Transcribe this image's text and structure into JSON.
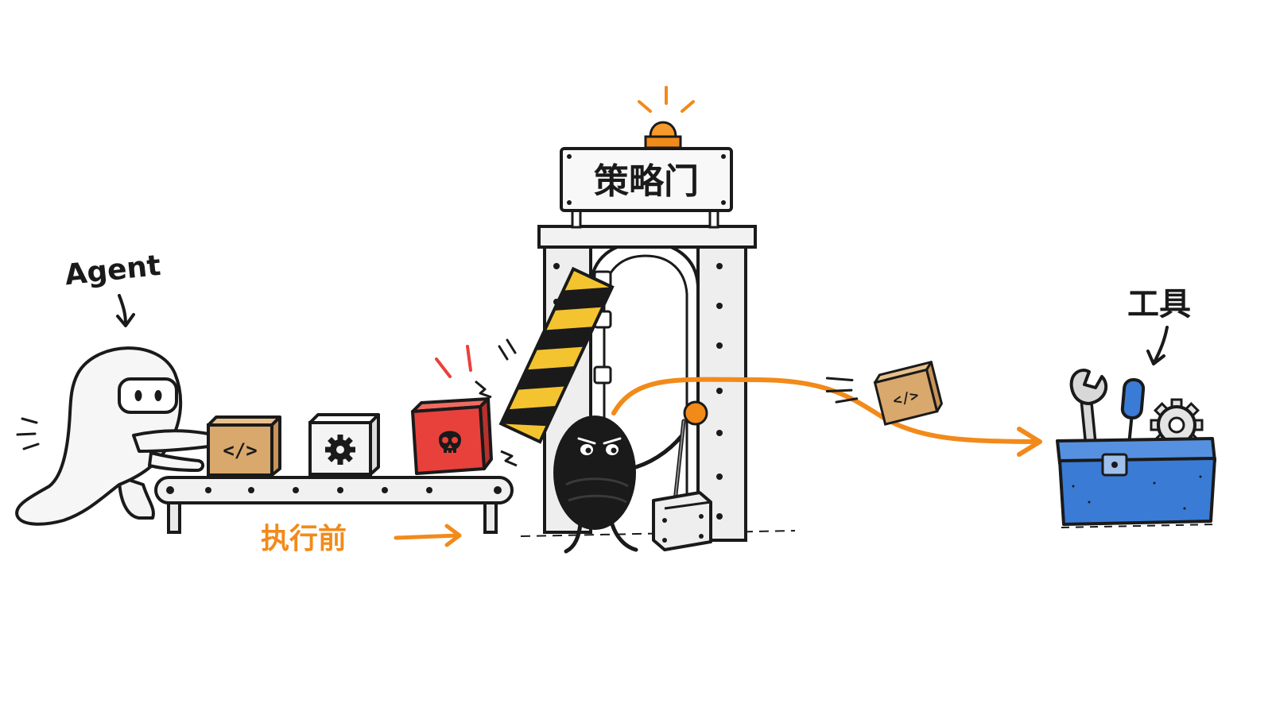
{
  "labels": {
    "agent": "Agent",
    "policy_gate": "策略门",
    "pre_execution": "执行前",
    "tools": "工具"
  },
  "colors": {
    "accent_orange": "#f28a1a",
    "outline": "#1a1a1a",
    "cardboard": "#d9a86c",
    "danger_red": "#e8413c",
    "toolbox_blue": "#3a7bd5",
    "hazard_yellow": "#f4c430",
    "gate_gray": "#eeeeee"
  },
  "icons": {
    "code_box": "code-icon",
    "gear_box": "gear-icon",
    "danger_box": "skull-icon",
    "wrench": "wrench-icon",
    "screwdriver": "screwdriver-icon",
    "tool_gear": "gear-icon"
  }
}
